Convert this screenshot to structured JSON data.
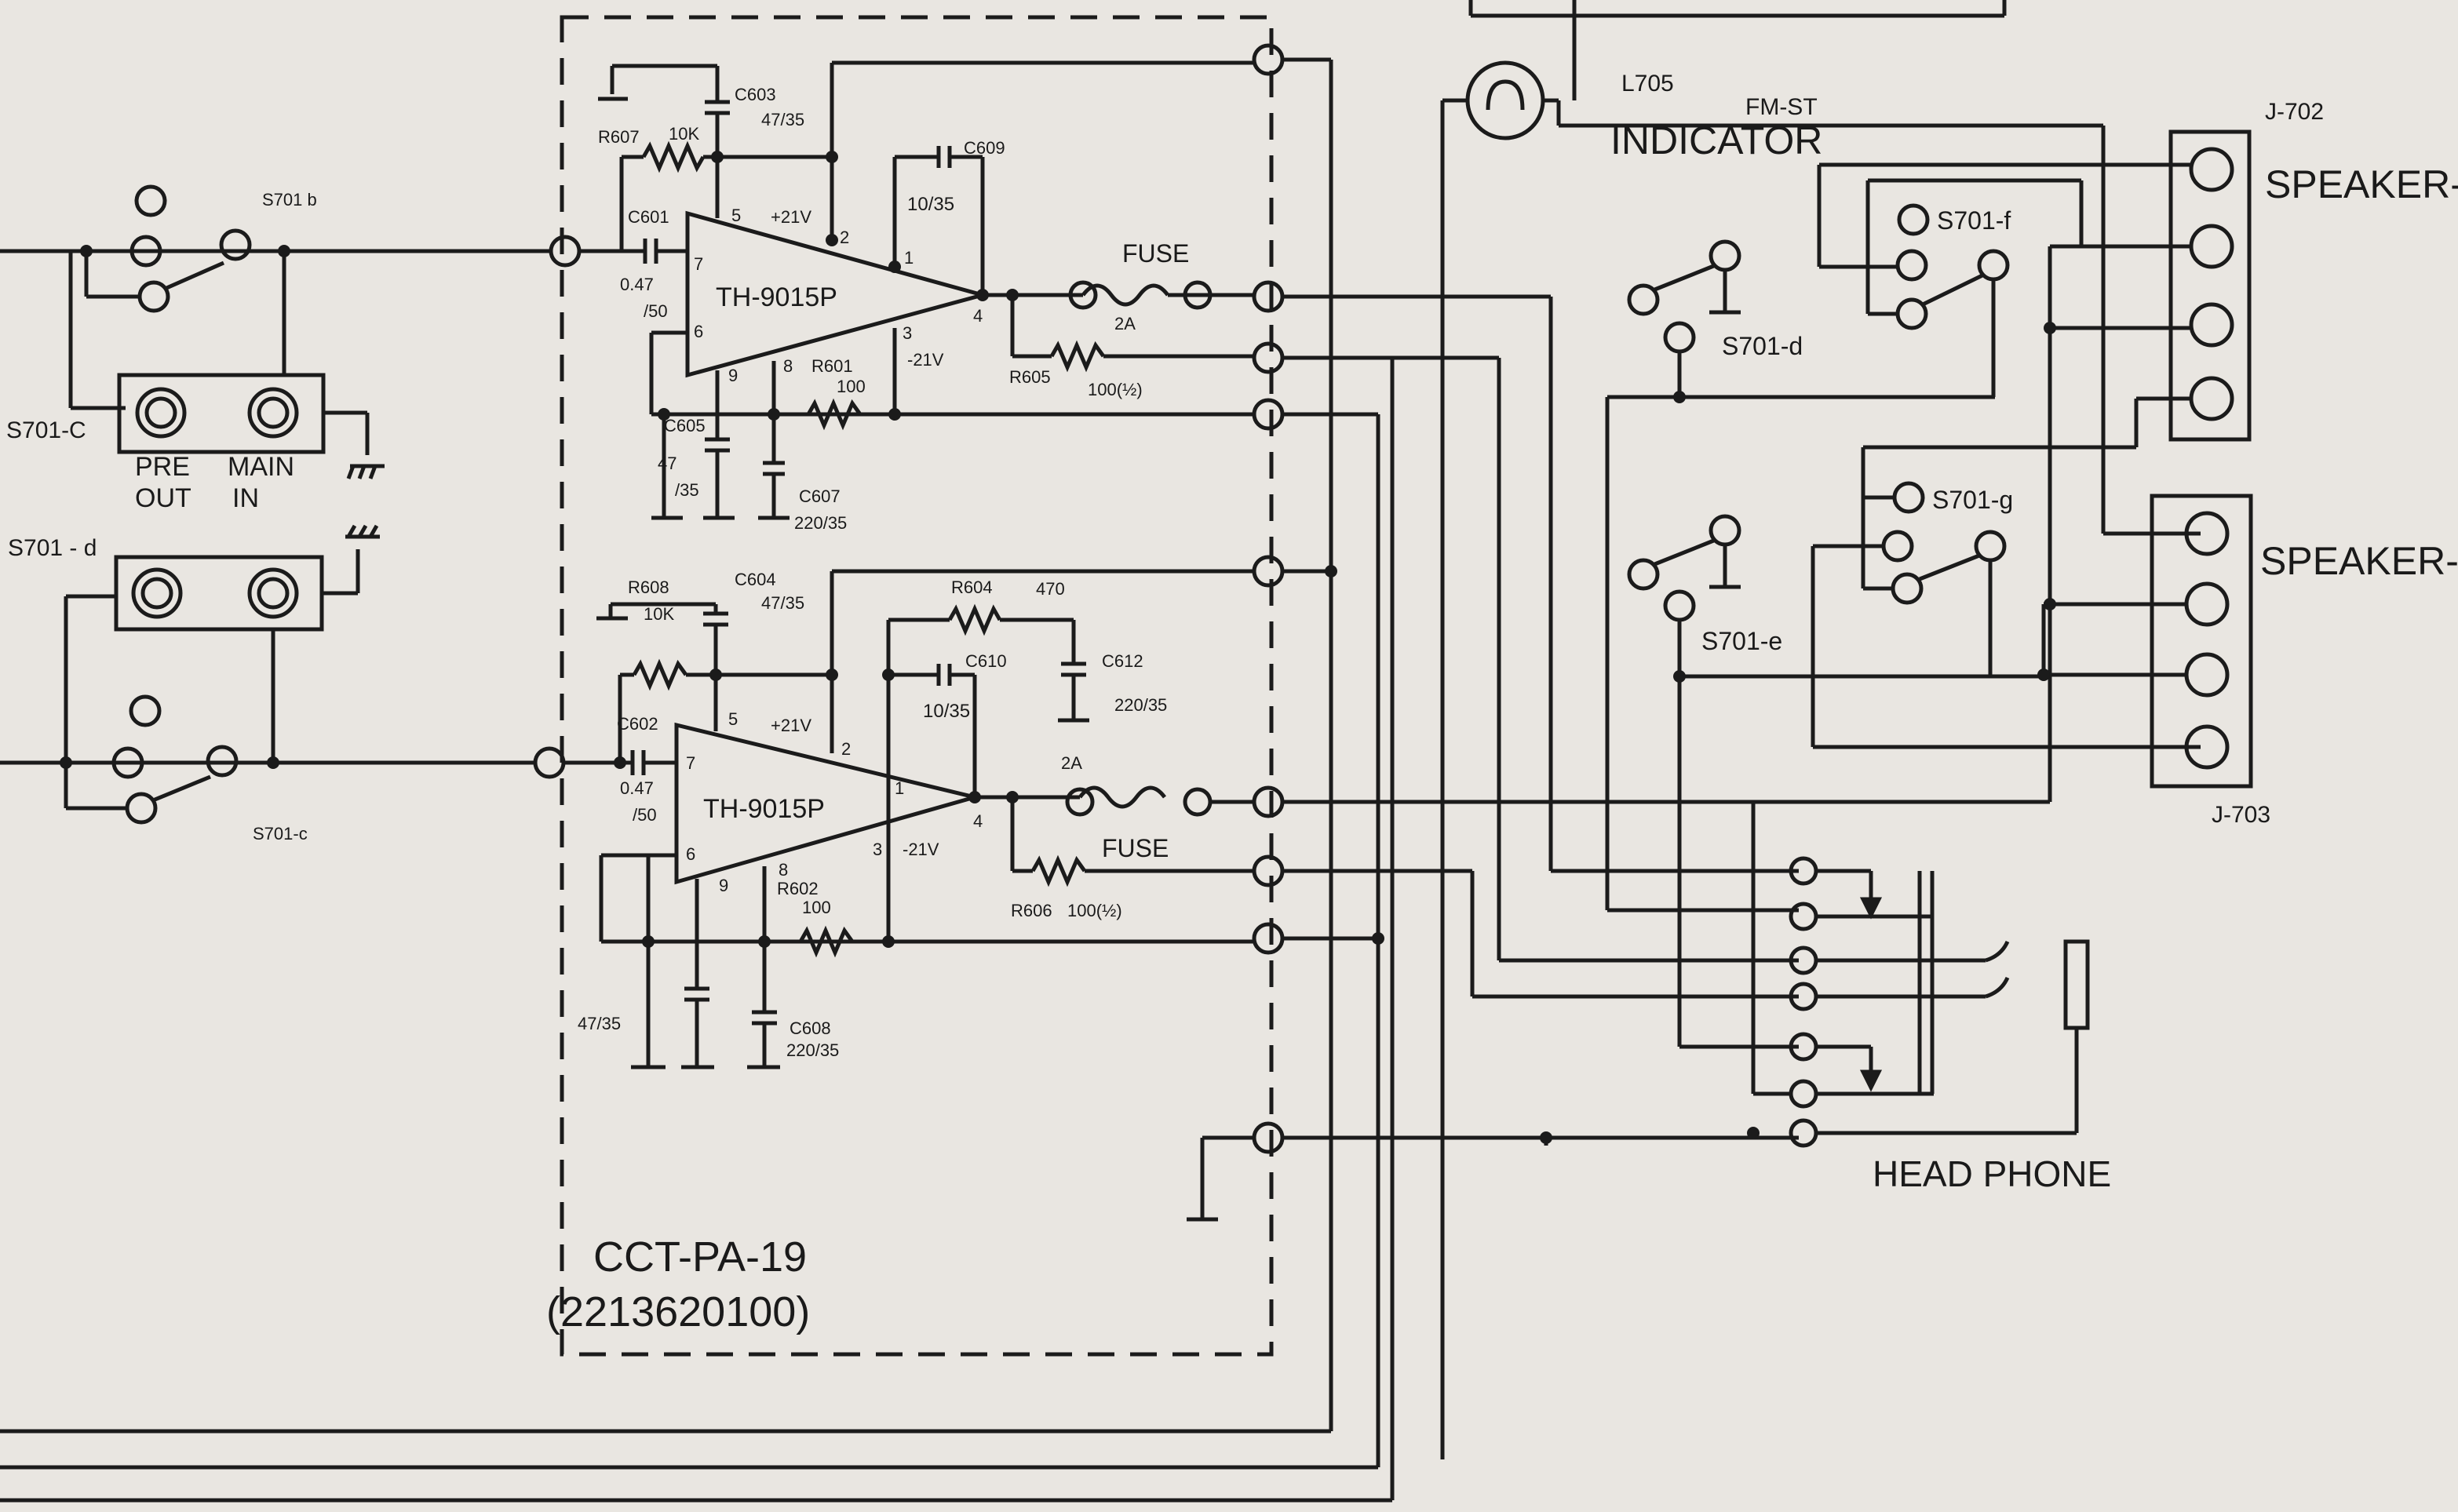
{
  "switches": {
    "s701b_left": "S701 b",
    "s701c_left_upper": "S701-C",
    "s701d_left": "S701 - d",
    "s701c_left_lower": "S701-c",
    "s701d_right": "S701-d",
    "s701e_right": "S701-e",
    "s701f_right": "S701-f",
    "s701g_right": "S701-g"
  },
  "jacks": {
    "pre_out_line1": "PRE",
    "pre_out_line2": "OUT",
    "main_in_line1": "MAIN",
    "main_in_line2": "IN"
  },
  "amp_top": {
    "ic": "TH-9015P",
    "c603": "C603",
    "c603_val": "47/35",
    "r607": "R607",
    "r607_val": "10K",
    "c601": "C601",
    "c601_val1": "0.47",
    "c601_val2": "/50",
    "c609": "C609",
    "c609_val": "10/35",
    "pin5": "5",
    "pin7": "7",
    "pin6": "6",
    "pin9": "9",
    "pin8": "8",
    "pin2": "2",
    "pin1": "1",
    "pin3": "3",
    "pin4": "4",
    "plus21": "+21V",
    "minus21": "-21V",
    "r601": "R601",
    "r601_val": "100",
    "c605": "C605",
    "c605_val1": "47",
    "c605_val2": "/35",
    "c607": "C607",
    "c607_val": "220/35",
    "fuse": "FUSE",
    "fuse_val": "2A",
    "r605": "R605",
    "r605_val": "100(½)"
  },
  "amp_bottom": {
    "ic": "TH-9015P",
    "r608": "R608",
    "r608_val": "10K",
    "c604": "C604",
    "c604_val": "47/35",
    "r604": "R604",
    "r604_val": "470",
    "c612": "C612",
    "c612_val": "220/35",
    "c610": "C610",
    "c610_val": "10/35",
    "c602": "C602",
    "c602_val1": "0.47",
    "c602_val2": "/50",
    "pin5": "5",
    "pin7": "7",
    "pin6": "6",
    "pin9": "9",
    "pin8": "8",
    "pin2": "2",
    "pin1": "1",
    "pin3": "3",
    "pin4": "4",
    "plus21": "+21V",
    "minus21": "-21V",
    "fuse_val": "2A",
    "fuse": "FUSE",
    "r602": "R602",
    "r602_val": "100",
    "r606": "R606",
    "r606_val": "100(½)",
    "c_in_val": "47/35",
    "c608": "C608",
    "c608_val": "220/35"
  },
  "board": {
    "name": "CCT-PA-19",
    "part": "(2213620100)"
  },
  "right": {
    "l705": "L705",
    "fm_st": "FM-ST",
    "indicator": "INDICATOR",
    "j702": "J-702",
    "speaker_a": "SPEAKER-",
    "speaker_b": "SPEAKER-",
    "j703": "J-703",
    "headphone": "HEAD PHONE"
  }
}
